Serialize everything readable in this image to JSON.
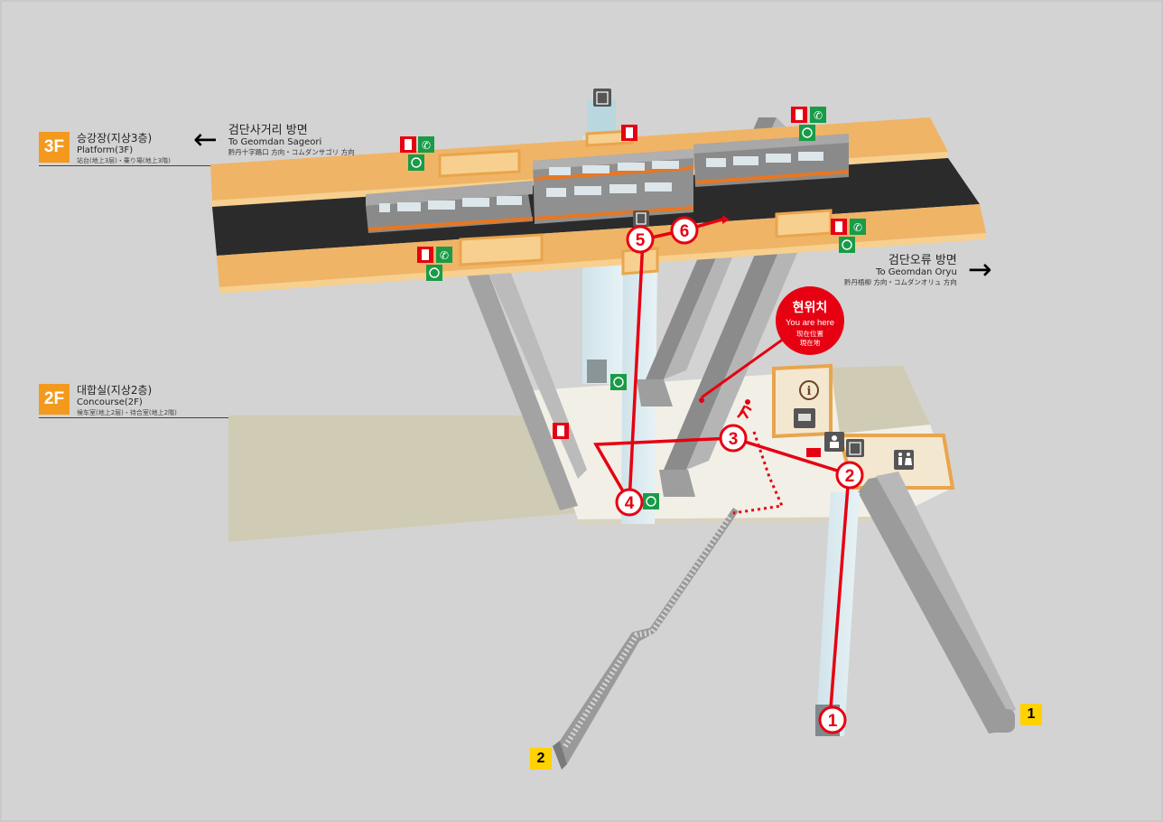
{
  "floors": {
    "platform": {
      "badge": "3F",
      "ko": "승강장(지상3층)",
      "en": "Platform(3F)",
      "jp": "站台(地上3层)・乗り場(地上3階)"
    },
    "concourse": {
      "badge": "2F",
      "ko": "대합실(지상2층)",
      "en": "Concourse(2F)",
      "jp": "候车室(地上2层)・待合室(地上2階)"
    }
  },
  "directions": {
    "left": {
      "ko": "검단사거리 방면",
      "en": "To Geomdan Sageori",
      "jp": "黔丹十字路口 方向・コムダンサゴリ 方向",
      "arrow": "←"
    },
    "right": {
      "ko": "검단오류 방면",
      "en": "To Geomdan Oryu",
      "jp": "黔丹梧柳 方向・コムダンオリュ 方向",
      "arrow": "→"
    }
  },
  "you_are_here": {
    "ko": "현위치",
    "en": "You are here",
    "zh": "现在位置",
    "jp": "現在地"
  },
  "route_steps": [
    "1",
    "2",
    "3",
    "4",
    "5",
    "6"
  ],
  "exits": [
    "1",
    "2"
  ],
  "colors": {
    "route": "#e60012",
    "platform": "#f0b466",
    "track": "#2b2b2b",
    "concourse": "#f2efe6",
    "exit": "#ffd200",
    "badge": "#f39a1e",
    "safety_green": "#1a9b48",
    "fire_red": "#e60012"
  },
  "icons": [
    "elevator-icon",
    "fire-extinguisher-icon",
    "emergency-phone-icon",
    "aed-icon",
    "information-icon",
    "restroom-icon",
    "nursing-room-icon",
    "emergency-exit-runner-icon",
    "ticket-machine-icon"
  ]
}
